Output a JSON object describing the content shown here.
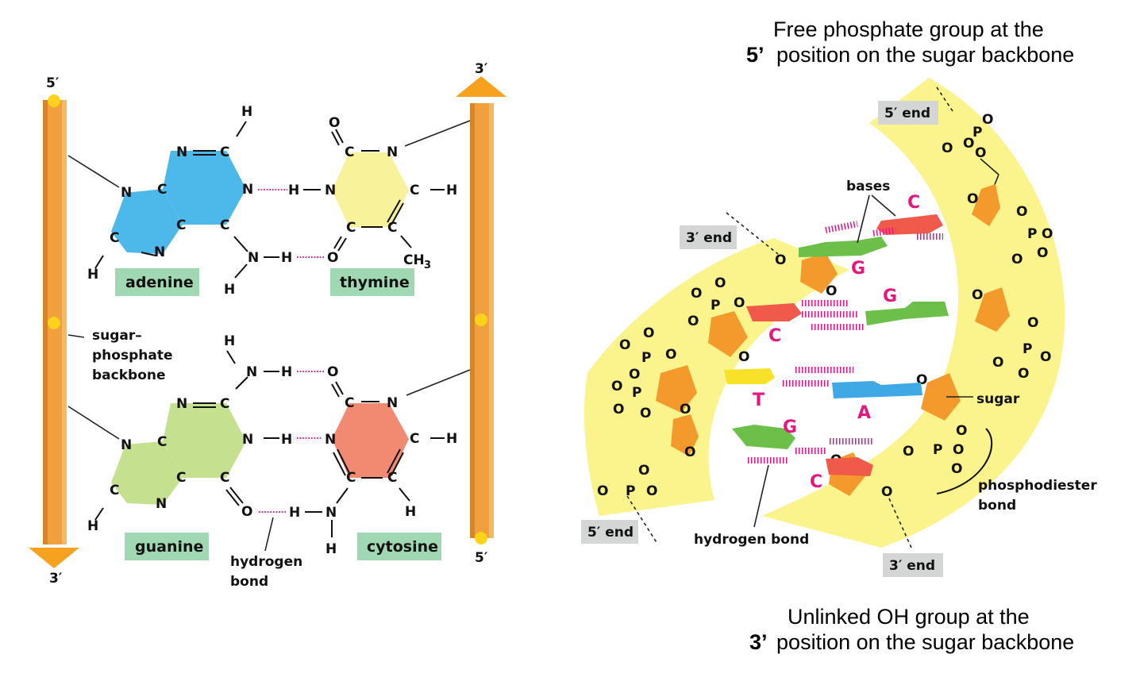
{
  "left_panel": {
    "strand_left": {
      "top_label": "5′",
      "bottom_label": "3′"
    },
    "strand_right": {
      "top_label": "3′",
      "bottom_label": "5′"
    },
    "backbone_label": [
      "sugar–",
      "phosphate",
      "backbone"
    ],
    "hydrogen_bond_label": [
      "hydrogen",
      "bond"
    ],
    "bases": {
      "adenine": {
        "label": "adenine",
        "color": "#4db8ea"
      },
      "thymine": {
        "label": "thymine",
        "color": "#f8f39a"
      },
      "guanine": {
        "label": "guanine",
        "color": "#c5e08f"
      },
      "cytosine": {
        "label": "cytosine",
        "color": "#f28a72"
      }
    },
    "atoms": {
      "H": "H",
      "N": "N",
      "C": "C",
      "O": "O",
      "CH3": "CH",
      "sub3": "3"
    },
    "label_box_color": "#9fd8b3",
    "backbone_color": "#f0a03c",
    "hbond_color": "#e6167f"
  },
  "right_panel": {
    "top_caption": {
      "line1": "Free phosphate group at the",
      "bold": "5’",
      "line2": " position on the sugar backbone"
    },
    "bottom_caption": {
      "line1": "Unlinked OH group at the",
      "bold": "3’",
      "line2": " position on the sugar backbone"
    },
    "end_labels": {
      "five_top": "5′ end",
      "three_left": "3′ end",
      "five_bottom": "5′ end",
      "three_bottom": "3′ end"
    },
    "callouts": {
      "bases": "bases",
      "sugar": "sugar",
      "phosphodiester": [
        "phosphodiester",
        "bond"
      ],
      "hydrogen_bond": "hydrogen bond"
    },
    "base_letters": {
      "c1": "C",
      "g1": "G",
      "g2": "G",
      "c2": "C",
      "t": "T",
      "a": "A",
      "g3": "G",
      "c3": "C"
    },
    "phosphate": {
      "P": "P",
      "O": "O",
      "Ominus": "O",
      "minus": "–"
    },
    "colors": {
      "band": "#fbf38c",
      "sugar": "#f49a2c",
      "green": "#6cc04a",
      "red": "#f05a4a",
      "yellow": "#f7e229",
      "blue": "#3fa9e6",
      "end_box": "#d3d6d4"
    }
  }
}
